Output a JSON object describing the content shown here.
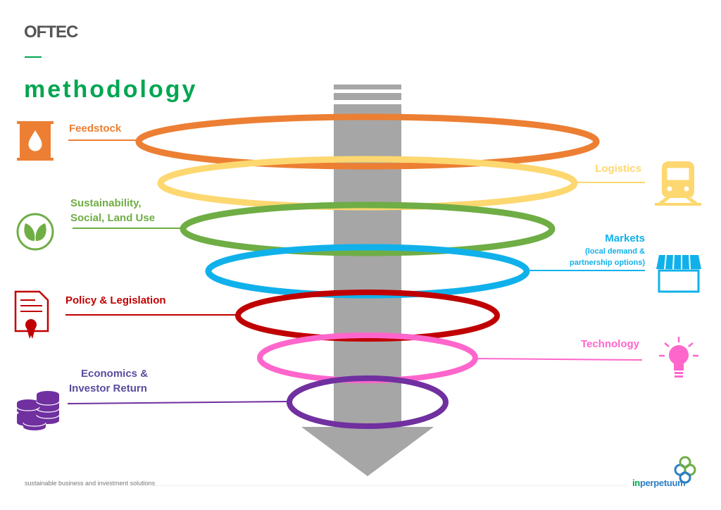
{
  "header": {
    "brand": "OFTEC",
    "title": "methodology"
  },
  "factors": [
    {
      "id": "feedstock",
      "line1": "Feedstock",
      "line2": "",
      "color": "#ec7f33",
      "icon": "oil-barrel-icon"
    },
    {
      "id": "logistics",
      "line1": "Logistics",
      "line2": "",
      "color": "#fdd770",
      "icon": "train-icon"
    },
    {
      "id": "sustainability",
      "line1": "Sustainability,",
      "line2": "Social, Land Use",
      "color": "#6fad45",
      "icon": "leaf-icon"
    },
    {
      "id": "markets",
      "line1": "Markets",
      "line2": "(local demand &",
      "line3": "partnership options)",
      "color": "#10b1ea",
      "icon": "storefront-icon"
    },
    {
      "id": "policy",
      "line1": "Policy & Legislation",
      "line2": "",
      "color": "#c00000",
      "icon": "certificate-icon"
    },
    {
      "id": "technology",
      "line1": "Technology",
      "line2": "",
      "color": "#ff66cc",
      "icon": "light-bulb-icon"
    },
    {
      "id": "economics",
      "line1": "Economics &",
      "line2": "Investor Return",
      "color": "#7030a0",
      "icon": "coin-stack-icon"
    }
  ],
  "footer": {
    "tagline": "sustainable business and investment solutions",
    "logo_prefix": "in",
    "logo_main": "perpetuum"
  },
  "colors": {
    "title_green": "#00a651",
    "funnel_gray": "#a6a6a6",
    "economics_label": "#5a4b9e",
    "logo_blue": "#2c7fc4"
  }
}
